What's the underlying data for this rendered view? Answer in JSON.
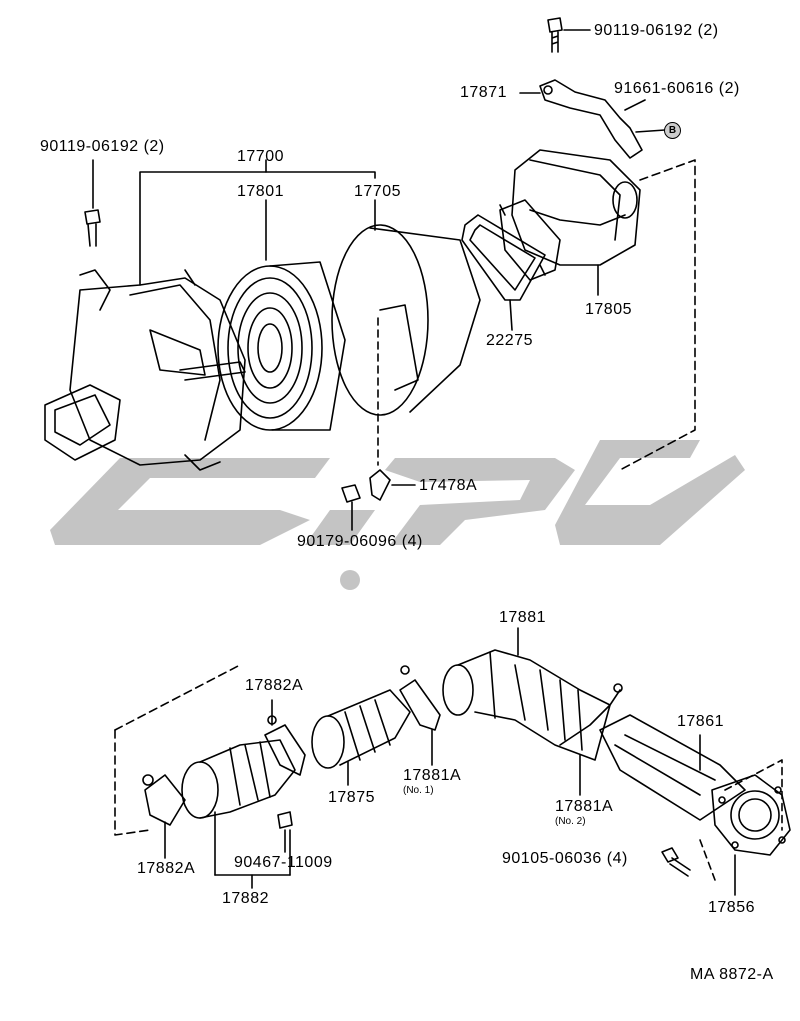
{
  "watermark": {
    "color": "#bdbdbd"
  },
  "labels": {
    "bolt_top": "90119-06192 (2)",
    "bracket": "17871",
    "bracket_bolt": "91661-60616 (2)",
    "ref_b": "B",
    "bolt_left": "90119-06192 (2)",
    "cleaner_assy": "17700",
    "element": "17801",
    "cap": "17705",
    "gasket": "22275",
    "resonator": "17805",
    "wing_nut": "17478A",
    "nut": "90179-06096 (4)",
    "pipe_17881": "17881",
    "clamp_17882a_top": "17882A",
    "pipe_17861": "17861",
    "hose_17875": "17875",
    "clamp_17881a_no1": "17881A",
    "clamp_17881a_no1_sub": "(No. 1)",
    "clamp_17881a_no2": "17881A",
    "clamp_17881a_no2_sub": "(No. 2)",
    "clamp_17882a_bottom": "17882A",
    "screw": "90467-11009",
    "hose_17882": "17882",
    "bolt_bottom": "90105-06036 (4)",
    "gasket_17856": "17856",
    "diagram_code": "MA 8872-A"
  }
}
